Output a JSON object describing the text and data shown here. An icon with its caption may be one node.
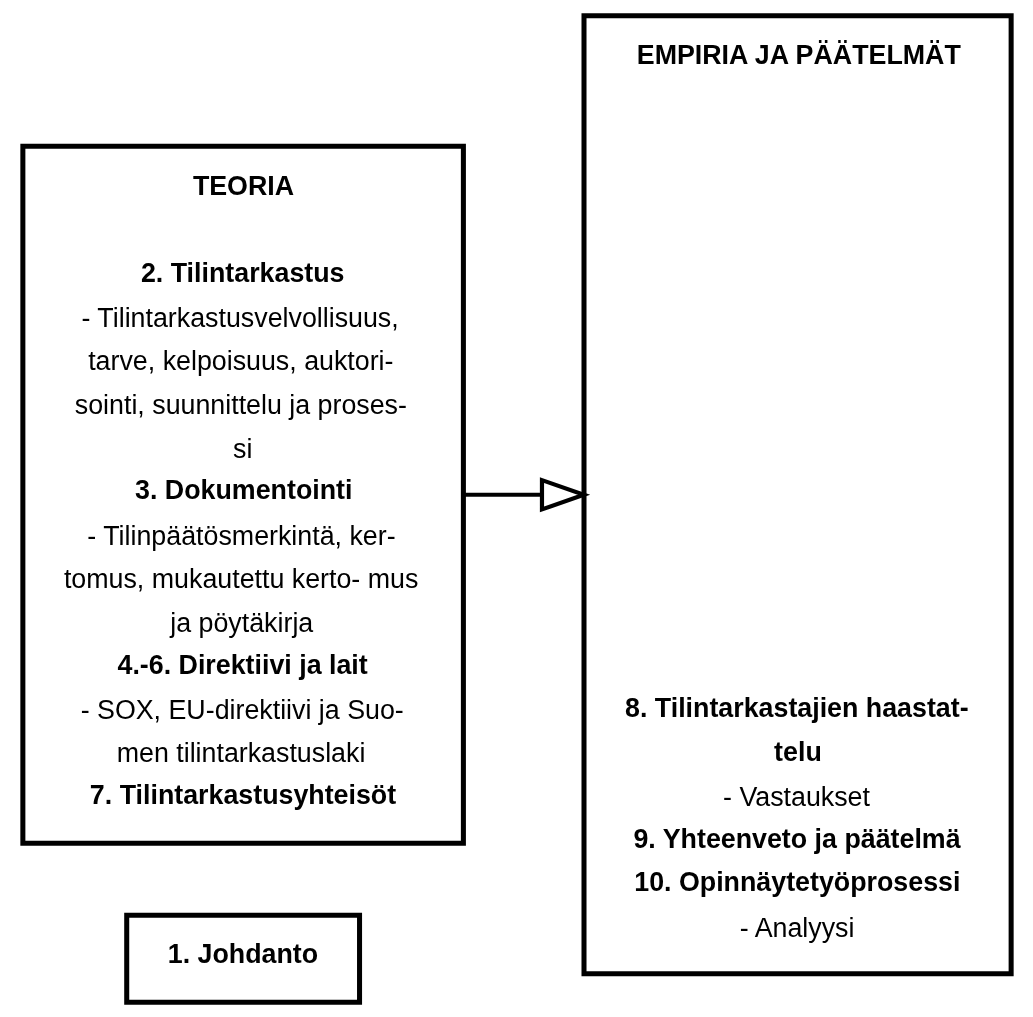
{
  "diagram": {
    "nodes": [
      {
        "text": [
          "1. Johdanto"
        ]
      },
      {
        "text": [
          "TEORIA",
          "2. Tilintarkastus",
          "- Tilintarkastusvelvollisuus, tarve, kelpoisuus, auktori- sointi, suunnittelu ja proses- si",
          "3. Dokumentointi",
          "- Tilinpäätösmerkintä, ker- tomus, mukautettu kerto- mus ja pöytäkirja",
          "4.-6. Direktiivi ja lait",
          "- SOX, EU-direktiivi ja Suo- men tilintarkastuslaki",
          "7. Tilintarkastusyhteisöt"
        ]
      },
      {
        "text": [
          "EMPIRIA JA PÄÄTELMÄT",
          "8. Tilintarkastajien haastat- telu",
          "- Vastaukset",
          "9. Yhteenveto ja päätelmä",
          "10. Opinnäytetyöprosessi",
          "- Analyysi"
        ]
      }
    ],
    "edges": [
      {
        "from": 1,
        "to": 2,
        "arrow": "to"
      }
    ]
  }
}
